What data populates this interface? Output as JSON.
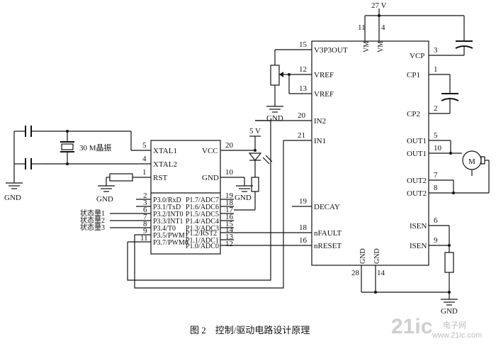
{
  "figure": {
    "caption": "图 2　控制/驱动电路设计原理",
    "watermark": "21ic",
    "watermark_sub": "电子网",
    "watermark_domain": "www.21ic.com"
  },
  "supply": {
    "vm_label": "27 V",
    "led_supply": "5 V",
    "gnd": "GND"
  },
  "driver": {
    "left_pins": [
      {
        "num": "15",
        "name": "V3P3OUT"
      },
      {
        "num": "12",
        "name": "VREF"
      },
      {
        "num": "13",
        "name": "VREF"
      },
      {
        "num": "20",
        "name": "IN2"
      },
      {
        "num": "21",
        "name": "IN1"
      },
      {
        "num": "19",
        "name": "DECAY"
      },
      {
        "num": "18",
        "name": "nFAULT"
      },
      {
        "num": "16",
        "name": "nRESET"
      }
    ],
    "top_pins": [
      {
        "num": "11",
        "name": "VM"
      },
      {
        "num": "4",
        "name": "VM"
      }
    ],
    "bottom_pins": [
      {
        "num": "28",
        "name": "GND"
      },
      {
        "num": "14",
        "name": "GND"
      }
    ],
    "right_pins": [
      {
        "num": "3",
        "name": "VCP"
      },
      {
        "num": "1",
        "name": "CP1"
      },
      {
        "num": "2",
        "name": "CP2"
      },
      {
        "num": "5",
        "name": "OUT1"
      },
      {
        "num": "10",
        "name": "OUT1"
      },
      {
        "num": "7",
        "name": "OUT2"
      },
      {
        "num": "8",
        "name": "OUT2"
      },
      {
        "num": "6",
        "name": "ISEN"
      },
      {
        "num": "9",
        "name": "ISEN"
      }
    ]
  },
  "mcu": {
    "top_left_pins": [
      {
        "num": "5",
        "name": "XTAL1"
      },
      {
        "num": "4",
        "name": "XTAL2"
      },
      {
        "num": "1",
        "name": "RST"
      }
    ],
    "top_right_pins": [
      {
        "num": "20",
        "name": "VCC"
      },
      {
        "num": "10",
        "name": "GND"
      }
    ],
    "left_pins": [
      {
        "num": "2",
        "name": "P3.0/RxD"
      },
      {
        "num": "3",
        "name": "P3.1/TxD"
      },
      {
        "num": "6",
        "name": "P3.2/INT0"
      },
      {
        "num": "7",
        "name": "P3.3/INT1"
      },
      {
        "num": "8",
        "name": "P3.4/T0"
      },
      {
        "num": "9",
        "name": "P3.5/PWM1"
      },
      {
        "num": "11",
        "name": "P3.7/PWM0"
      }
    ],
    "right_pins": [
      {
        "num": "19",
        "name": "P1.7/ADC7"
      },
      {
        "num": "18",
        "name": "P1.6/ADC6"
      },
      {
        "num": "17",
        "name": "P1.5/ADC5"
      },
      {
        "num": "16",
        "name": "P1.4/ADC4"
      },
      {
        "num": "15",
        "name": "P1.3/ADC3"
      },
      {
        "num": "14",
        "name": "P1.2/RST2"
      },
      {
        "num": "13",
        "name": "P1.1/ADC1"
      },
      {
        "num": "12",
        "name": "P1.0/ADC0"
      }
    ],
    "state_inputs": [
      "状态量1",
      "状态量2",
      "状态量3"
    ]
  },
  "crystal": {
    "label": "30 M晶振"
  },
  "motor": {
    "label": "M"
  }
}
